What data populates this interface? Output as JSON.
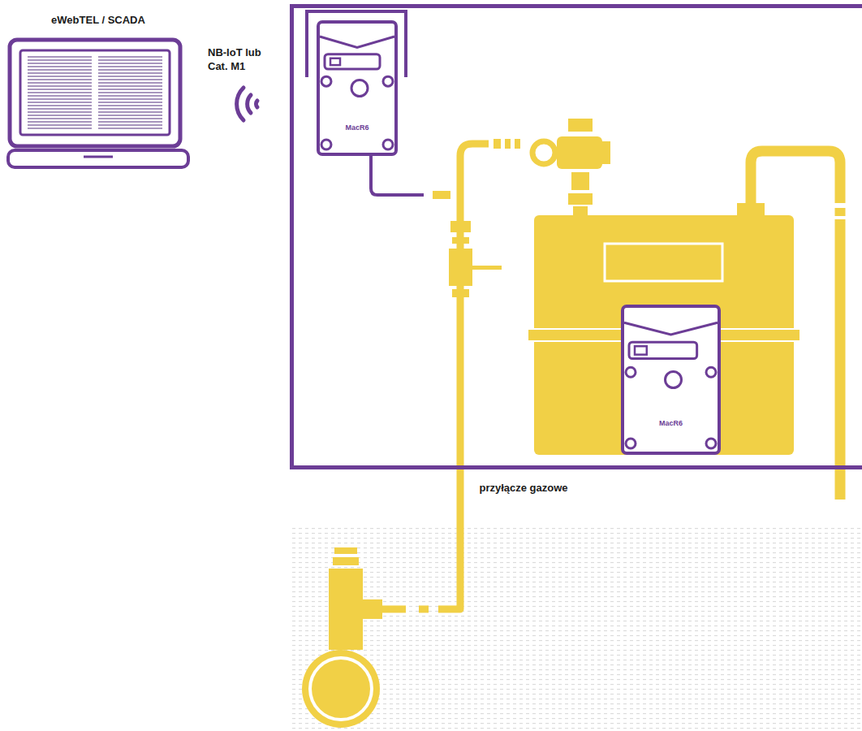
{
  "diagram": {
    "nodes": [
      {
        "text": [
          "eWebTEL / SCADA"
        ]
      },
      {
        "text": [
          "przyłącze gazowe"
        ]
      },
      {
        "text": [
          "MacR6"
        ],
        "in": 1
      },
      {
        "text": [
          "MacR6"
        ],
        "in": 1
      }
    ],
    "labels": [
      "NB-IoT lub Cat. M1"
    ]
  }
}
